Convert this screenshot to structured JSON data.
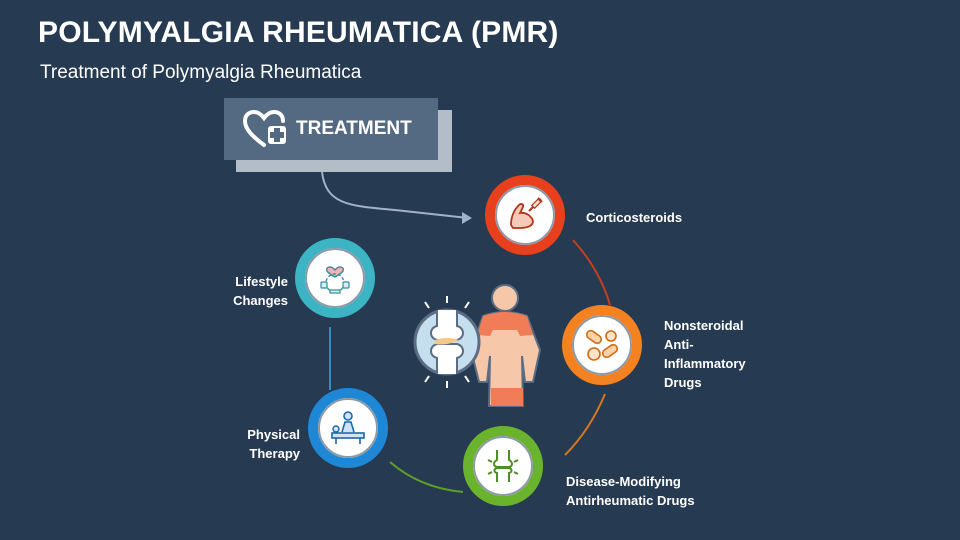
{
  "header": {
    "title": "POLYMYALGIA RHEUMATICA (PMR)",
    "subtitle": "Treatment of Polymyalgia Rheumatica"
  },
  "treatment": {
    "label": "TREATMENT",
    "icon": "heart-plus-icon"
  },
  "items": [
    {
      "label": "Corticosteroids",
      "icon": "arm-injection-icon",
      "color": "#e8401c"
    },
    {
      "label_lines": [
        "Nonsteroidal",
        "Anti-",
        "Inflammatory",
        "Drugs"
      ],
      "icon": "pills-icon",
      "color": "#f58220"
    },
    {
      "label_lines": [
        "Disease-Modifying",
        "Antirheumatic Drugs"
      ],
      "icon": "joint-icon",
      "color": "#6ab42d"
    },
    {
      "label_lines": [
        "Physical",
        "Therapy"
      ],
      "icon": "therapy-icon",
      "color": "#1e88d6"
    },
    {
      "label_lines": [
        "Lifestyle",
        "Changes"
      ],
      "icon": "lifestyle-icon",
      "color": "#3cb4c4"
    }
  ],
  "center_icon": "human-joint-pain-icon"
}
